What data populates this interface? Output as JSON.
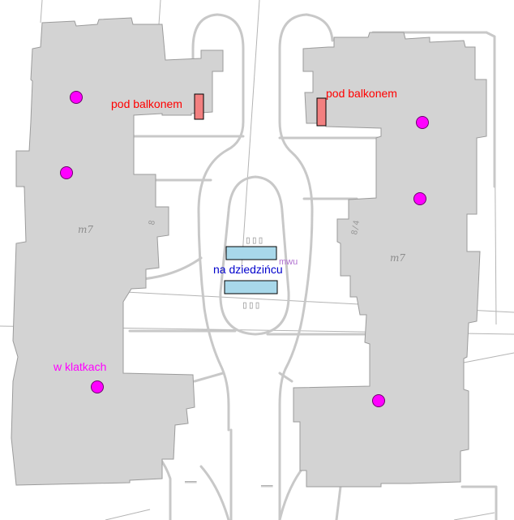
{
  "colors": {
    "background": "#ffffff",
    "building_fill": "#d3d3d3",
    "building_stroke": "#9b9b9b",
    "path_stroke": "#c8c8c8",
    "thin_line": "#b4b4b4",
    "marker_magenta": "#ff00ff",
    "marker_stroke": "#6b006b",
    "balcony_fill": "#f28080",
    "courtyard_fill": "#a8d8ea",
    "label_red": "#ff0000",
    "label_blue": "#0000cc",
    "label_magenta": "#ff00ff",
    "label_purple": "#b070d0"
  },
  "labels": {
    "balcony_left": "pod balkonem",
    "balcony_right": "pod balkonem",
    "courtyard": "na dziedzińcu",
    "stairwells": "w klatkach",
    "code_left": "m7",
    "code_right": "m7",
    "code_mwu": "mwu",
    "bldg_left_num": "8",
    "bldg_right_num": "8/4"
  },
  "markers": {
    "stairwell_points": [
      {
        "name": "point-left-1"
      },
      {
        "name": "point-left-2"
      },
      {
        "name": "point-left-3"
      },
      {
        "name": "point-right-1"
      },
      {
        "name": "point-right-2"
      },
      {
        "name": "point-right-3"
      }
    ],
    "balcony_bins": [
      {
        "name": "balcony-bin-left"
      },
      {
        "name": "balcony-bin-right"
      }
    ],
    "courtyard_bins": [
      {
        "name": "courtyard-bin-top"
      },
      {
        "name": "courtyard-bin-bottom"
      }
    ]
  }
}
